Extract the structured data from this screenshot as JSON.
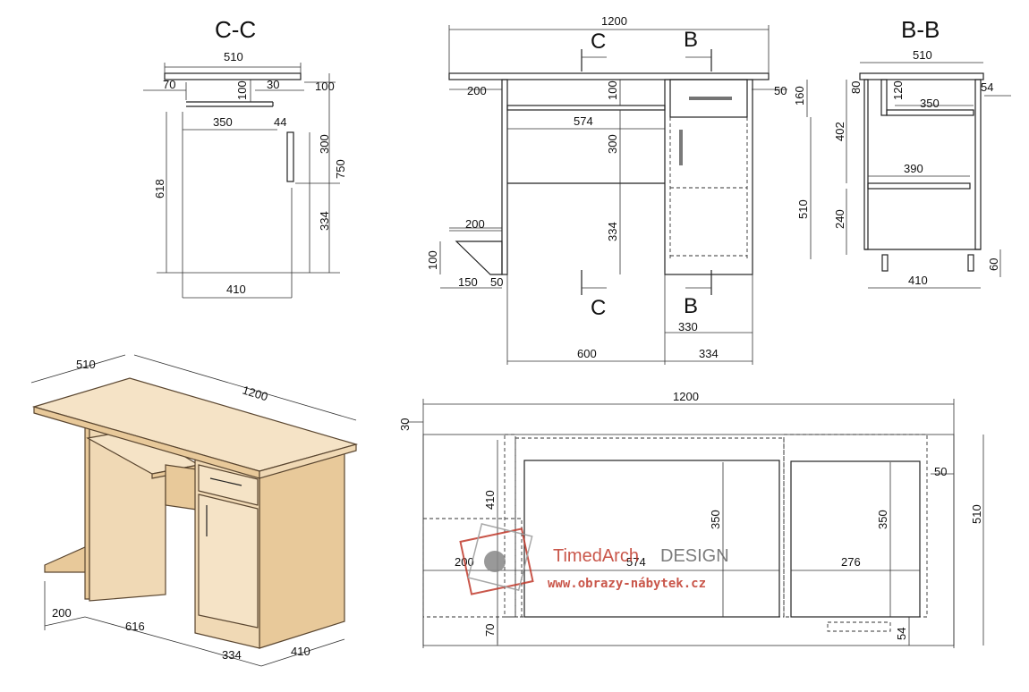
{
  "section_labels": {
    "cc": "C-C",
    "bb": "B-B",
    "c": "C",
    "b": "B"
  },
  "watermark": {
    "brand_a": "TimedArch",
    "brand_b": "DESIGN",
    "url": "www.obrazy-nábytek.cz"
  },
  "cc_view": {
    "d510": "510",
    "d70": "70",
    "d100a": "100",
    "d30": "30",
    "d100b": "100",
    "d350": "350",
    "d44": "44",
    "d300": "300",
    "d750": "750",
    "d618": "618",
    "d334": "334",
    "d410": "410"
  },
  "front_view": {
    "d1200": "1200",
    "d200a": "200",
    "d100": "100",
    "d50a": "50",
    "d160": "160",
    "d574": "574",
    "d300": "300",
    "d510": "510",
    "d334a": "334",
    "d200b": "200",
    "d100b": "100",
    "d150": "150",
    "d50b": "50",
    "d330": "330",
    "d600": "600",
    "d334b": "334"
  },
  "bb_view": {
    "d510": "510",
    "d80": "80",
    "d120": "120",
    "d350": "350",
    "d54": "54",
    "d402": "402",
    "d390": "390",
    "d240": "240",
    "d60": "60",
    "d410": "410"
  },
  "iso_view": {
    "d510": "510",
    "d1200": "1200",
    "d200": "200",
    "d616": "616",
    "d334": "334",
    "d410": "410"
  },
  "top_view": {
    "d1200": "1200",
    "d30": "30",
    "d50": "50",
    "d410": "410",
    "d350a": "350",
    "d350b": "350",
    "d510": "510",
    "d200": "200",
    "d574": "574",
    "d276": "276",
    "d70": "70",
    "d54": "54"
  }
}
